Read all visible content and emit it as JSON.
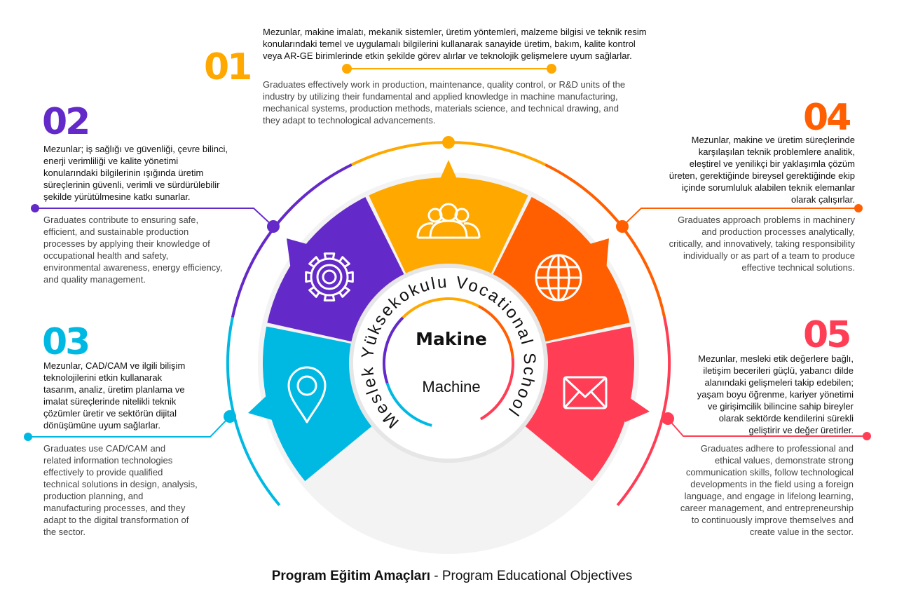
{
  "center": {
    "title_tr": "Makine",
    "title_en": "Machine",
    "ring_text": "Meslek Yüksekokulu  Vocational School"
  },
  "footer": {
    "title_bold": "Program Eğitim Amaçları",
    "title_rest": " - Program Educational Objectives"
  },
  "objectives": [
    {
      "number": "01",
      "color": "#FFA800",
      "icon": "people-icon",
      "tr": [
        "Mezunlar, makine imalatı, mekanik sistemler, üretim yöntemleri, malzeme bilgisi ve teknik resim",
        "konularındaki temel ve uygulamalı bilgilerini kullanarak sanayide üretim, bakım, kalite kontrol",
        "veya AR-GE birimlerinde etkin şekilde görev alırlar ve teknolojik gelişmelere uyum sağlarlar."
      ],
      "en": [
        "Graduates effectively work in production, maintenance, quality control, or R&D units of the",
        "industry by utilizing their fundamental and applied knowledge in machine manufacturing,",
        "mechanical systems, production methods, materials science, and technical drawing, and",
        "they adapt to technological advancements."
      ]
    },
    {
      "number": "02",
      "color": "#6429C9",
      "icon": "gear-icon",
      "tr": [
        "Mezunlar; iş sağlığı ve güvenliği, çevre bilinci,",
        "enerji verimliliği ve kalite yönetimi",
        "konularındaki bilgilerinin ışığında üretim",
        "süreçlerinin güvenli, verimli ve sürdürülebilir",
        "şekilde yürütülmesine katkı sunarlar."
      ],
      "en": [
        "Graduates contribute to ensuring safe,",
        "efficient, and sustainable production",
        "processes by applying their knowledge of",
        "occupational health and safety,",
        "environmental awareness, energy efficiency,",
        "and quality management."
      ]
    },
    {
      "number": "03",
      "color": "#00B9E3",
      "icon": "location-pin-icon",
      "tr": [
        "Mezunlar, CAD/CAM ve ilgili bilişim",
        "teknolojilerini etkin kullanarak",
        "tasarım, analiz, üretim planlama ve",
        "imalat süreçlerinde nitelikli teknik",
        "çözümler üretir ve sektörün dijital",
        "dönüşümüne uyum sağlarlar."
      ],
      "en": [
        "Graduates use CAD/CAM and",
        "related information technologies",
        "effectively to provide qualified",
        "technical solutions in design, analysis,",
        "production planning, and",
        "manufacturing processes, and they",
        "adapt to the digital transformation of",
        "the sector."
      ]
    },
    {
      "number": "04",
      "color": "#FF5F00",
      "icon": "globe-icon",
      "tr": [
        "Mezunlar, makine ve üretim süreçlerinde",
        "karşılaşılan teknik problemlere analitik,",
        "eleştirel ve yenilikçi bir yaklaşımla çözüm",
        "üreten, gerektiğinde bireysel gerektiğinde ekip",
        "içinde sorumluluk alabilen teknik elemanlar",
        "olarak çalışırlar."
      ],
      "en": [
        "Graduates approach problems in machinery",
        "and production processes analytically,",
        "critically, and innovatively, taking responsibility",
        "individually or as part of a team to produce",
        "effective technical solutions."
      ]
    },
    {
      "number": "05",
      "color": "#FF3D55",
      "icon": "envelope-icon",
      "tr": [
        "Mezunlar, mesleki etik değerlere bağlı,",
        "iletişim becerileri güçlü, yabancı dilde",
        "alanındaki gelişmeleri takip edebilen;",
        "yaşam boyu öğrenme, kariyer yönetimi",
        "ve girişimcilik bilincine sahip bireyler",
        "olarak sektörde kendilerini sürekli",
        "geliştirir ve değer üretirler."
      ],
      "en": [
        "Graduates adhere to professional and",
        "ethical values, demonstrate strong",
        "communication skills, follow technological",
        "developments in the field using a foreign",
        "language, and engage in lifelong learning,",
        "career management, and entrepreneurship",
        "to continuously improve themselves and",
        "create value in the sector."
      ]
    }
  ]
}
